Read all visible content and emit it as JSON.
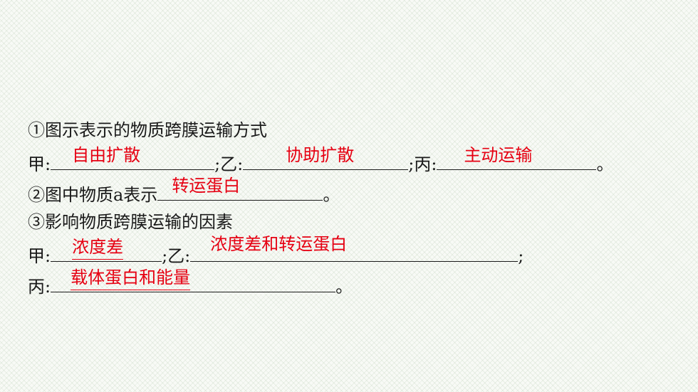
{
  "q1": {
    "prompt": "①图示表示的物质跨膜运输方式",
    "jia_label": "甲:",
    "jia_answer": "自由扩散",
    "yi_label": ";乙:",
    "yi_answer": "协助扩散",
    "bing_label": ";丙:",
    "bing_answer": "主动运输",
    "end": "。"
  },
  "q2": {
    "prompt": "②图中物质a表示",
    "answer": "转运蛋白",
    "end": "。"
  },
  "q3": {
    "prompt": "③影响物质跨膜运输的因素",
    "jia_label": "甲:",
    "jia_answer": "浓度差",
    "yi_label": ";乙:",
    "yi_answer": "浓度差和转运蛋白",
    "yi_end": ";",
    "bing_label": "丙:",
    "bing_answer": "载体蛋白和能量",
    "end": "。"
  },
  "colors": {
    "answer": "#e60012",
    "text": "#1a1a1a"
  }
}
